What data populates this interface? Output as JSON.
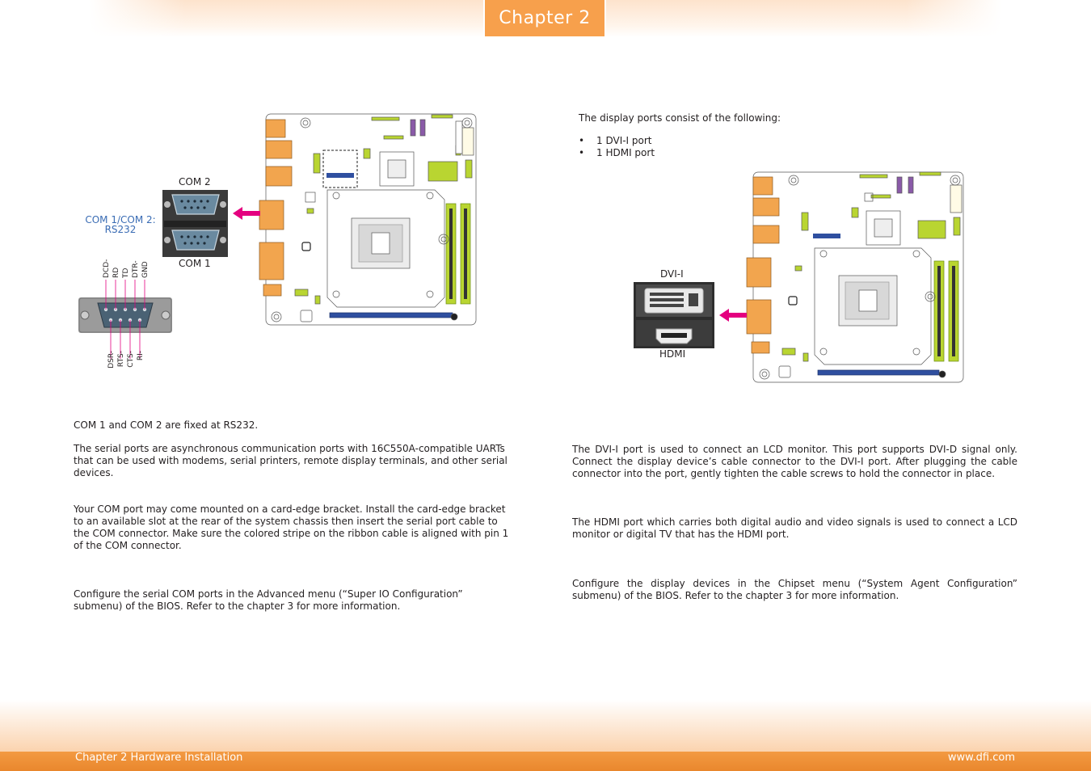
{
  "header": {
    "chapter_tab": "Chapter 2"
  },
  "footer": {
    "left": "Chapter 2 Hardware Installation",
    "right": "www.dfi.com"
  },
  "left": {
    "diagram": {
      "com2_label": "COM 2",
      "com1_label": "COM 1",
      "mode_label_line1": "COM 1/COM 2:",
      "mode_label_line2": "RS232",
      "pins_top": [
        "DCD-",
        "RD",
        "TD",
        "DTR-",
        "GND"
      ],
      "pins_bottom": [
        "DSR-",
        "RTS-",
        "CTS-",
        "RI-"
      ]
    },
    "paragraphs": [
      "COM 1 and COM 2 are fixed at RS232.",
      "The serial ports are asynchronous communication ports with 16C550A-compatible UARTs that can be used with modems, serial printers, remote display terminals, and other serial devices.",
      "Your COM port may come mounted on a card-edge bracket. Install the card-edge bracket to an available slot at the rear of the system chassis then insert the serial port cable to the COM connector. Make sure the colored stripe on the ribbon cable is aligned with pin 1 of the COM connector.",
      "Configure the serial COM ports in the Advanced menu (“Super IO Configuration” submenu) of the BIOS. Refer to the chapter 3 for more information."
    ]
  },
  "right": {
    "intro": "The display ports consist of the following:",
    "bullets": [
      "1 DVI-I port",
      "1 HDMI port"
    ],
    "diagram": {
      "dvi_label": "DVI-I",
      "hdmi_label": "HDMI"
    },
    "paragraphs": [
      "The DVI-I port is used to connect an LCD monitor. This port supports DVI-D signal only. Connect the display device’s cable connector to the DVI-I port. After plugging the cable connector into the port, gently tighten the cable screws to hold the connector in place.",
      "The HDMI port which carries both digital audio and video signals is used to connect a LCD monitor or digital TV that has the HDMI port.",
      "Configure the display devices in the Chipset menu (“System Agent Configuration” submenu) of the BIOS. Refer to the chapter 3 for more information."
    ]
  },
  "colors": {
    "accent_orange": "#f7a04c",
    "arrow_magenta": "#e4007f",
    "label_blue": "#3a6cb4",
    "board_green": "#b9d531"
  }
}
